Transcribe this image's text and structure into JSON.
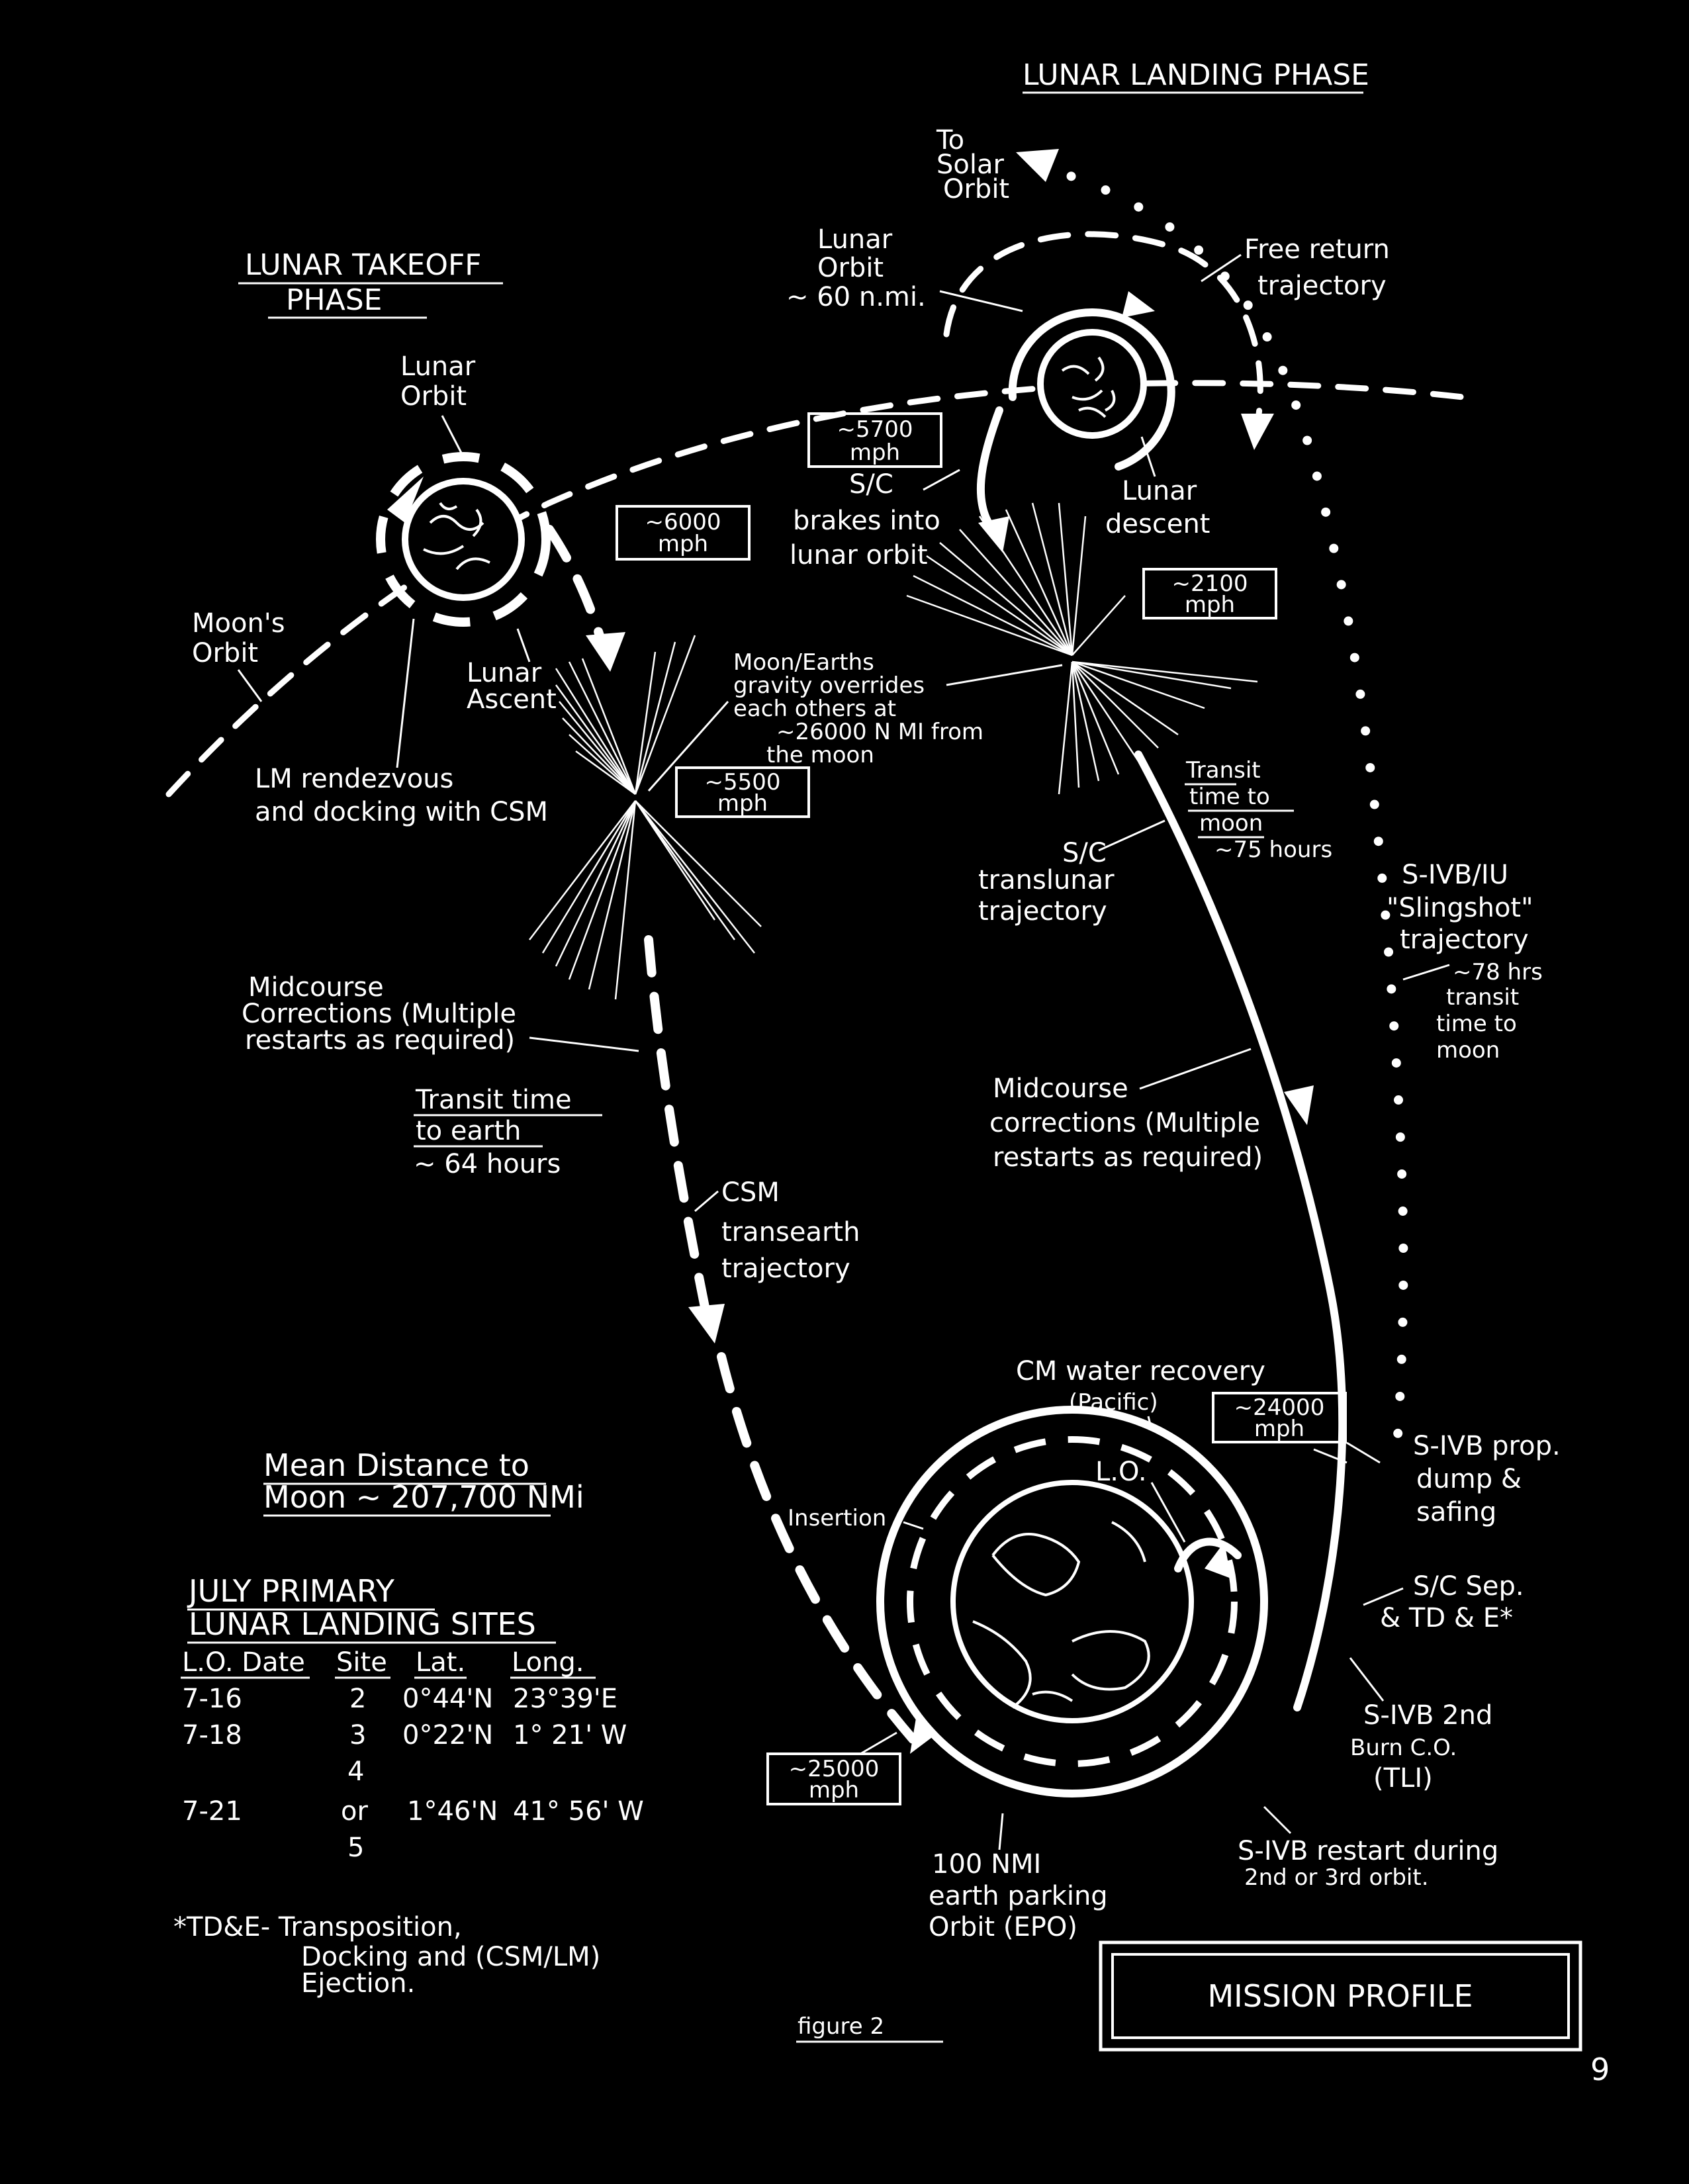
{
  "phases": {
    "landing": "LUNAR LANDING PHASE",
    "takeoff_line1": "LUNAR TAKEOFF",
    "takeoff_line2": "PHASE"
  },
  "labels": {
    "to_solar_orbit": [
      "To",
      "Solar",
      "Orbit"
    ],
    "lunar_orbit_nmi": [
      "Lunar",
      "Orbit",
      "~ 60 n.mi."
    ],
    "free_return": [
      "Free return",
      "trajectory"
    ],
    "lunar_orbit_left": [
      "Lunar",
      "Orbit"
    ],
    "moons_orbit": [
      "Moon's",
      "Orbit"
    ],
    "lunar_ascent": [
      "Lunar",
      "Ascent"
    ],
    "lm_rendezvous": [
      "LM rendezvous",
      "and docking with CSM"
    ],
    "sc_brakes": [
      "S/C",
      "brakes into",
      "lunar orbit"
    ],
    "lunar_descent": [
      "Lunar",
      "descent"
    ],
    "gravity_overrides": [
      "Moon/Earths",
      "gravity overrides",
      "each others at",
      "~26000 N MI from",
      "the moon"
    ],
    "transit_to_moon": [
      "Transit",
      "time to",
      "moon",
      "~75 hours"
    ],
    "sc_translunar": [
      "S/C",
      "translunar",
      "trajectory"
    ],
    "sivb_slingshot": [
      "S-IVB/IU",
      "\"Slingshot\"",
      "trajectory",
      "~78 hrs",
      "transit",
      "time to",
      "moon"
    ],
    "midcourse_left": [
      "Midcourse",
      "Corrections (Multiple",
      "restarts as required)"
    ],
    "transit_to_earth": [
      "Transit time",
      "to earth",
      "~ 64 hours"
    ],
    "midcourse_right": [
      "Midcourse",
      "corrections (Multiple",
      "restarts as required)"
    ],
    "csm_transearth": [
      "CSM",
      "transearth",
      "trajectory"
    ],
    "cm_water_recovery": [
      "CM water recovery",
      "(Pacific)"
    ],
    "lo": "L.O.",
    "sivb_prop_dump": [
      "S-IVB prop.",
      "dump &",
      "safing"
    ],
    "insertion": "Insertion",
    "sc_sep": [
      "S/C Sep.",
      "& TD & E*"
    ],
    "sivb_2nd_burn": [
      "S-IVB 2nd",
      "Burn C.O.",
      "(TLI)"
    ],
    "sivb_restart": [
      "S-IVB restart during",
      "2nd or 3rd orbit."
    ],
    "earth_parking": [
      "100 NMI",
      "earth parking",
      "Orbit (EPO)"
    ],
    "mean_distance": [
      "Mean Distance to",
      "Moon ~ 207,700 NMi"
    ],
    "footnote": [
      "*TD&E- Transposition,",
      "Docking and (CSM/LM)",
      "Ejection."
    ],
    "figure": "figure 2",
    "mission_profile": "MISSION PROFILE",
    "page_number": "9"
  },
  "speeds": {
    "s5700": [
      "~5700",
      "mph"
    ],
    "s6000": [
      "~6000",
      "mph"
    ],
    "s2100": [
      "~2100",
      "mph"
    ],
    "s5500": [
      "~5500",
      "mph"
    ],
    "s24000": [
      "~24000",
      "mph"
    ],
    "s25000": [
      "~25000",
      "mph"
    ]
  },
  "landing_sites": {
    "title_line1": "JULY PRIMARY",
    "title_line2": "LUNAR LANDING SITES",
    "headers": [
      "L.O. Date",
      "Site",
      "Lat.",
      "Long."
    ],
    "rows": [
      [
        "7-16",
        "2",
        "0°44'N",
        "23°39'E"
      ],
      [
        "7-18",
        "3",
        "0°22'N",
        "1° 21' W"
      ],
      [
        "",
        "4",
        "",
        ""
      ],
      [
        "7-21",
        "or",
        "1°46'N",
        "41° 56' W"
      ],
      [
        "",
        "5",
        "",
        ""
      ]
    ]
  }
}
